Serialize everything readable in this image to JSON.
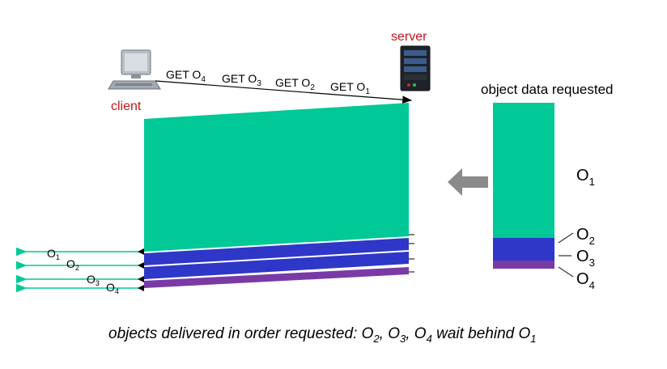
{
  "labels": {
    "server": "server",
    "client": "client",
    "object_data_requested": "object data requested"
  },
  "requests": [
    {
      "text": "GET O",
      "sub": "4"
    },
    {
      "text": "GET O",
      "sub": "3"
    },
    {
      "text": "GET O",
      "sub": "2"
    },
    {
      "text": "GET O",
      "sub": "1"
    }
  ],
  "objects": [
    {
      "base": "O",
      "sub": "1",
      "color": "#00c896"
    },
    {
      "base": "O",
      "sub": "2",
      "color": "#2e37c7"
    },
    {
      "base": "O",
      "sub": "3",
      "color": "#2e37c7"
    },
    {
      "base": "O",
      "sub": "4",
      "color": "#7a3aa6"
    }
  ],
  "delivered": [
    {
      "base": "O",
      "sub": "1"
    },
    {
      "base": "O",
      "sub": "2"
    },
    {
      "base": "O",
      "sub": "3"
    },
    {
      "base": "O",
      "sub": "4"
    }
  ],
  "caption": {
    "prefix": "objects delivered in order requested: O",
    "s1": "2",
    "mid1": ", O",
    "s2": "3",
    "mid2": ", O",
    "s3": "4",
    "mid3": " wait behind O",
    "s4": "1"
  },
  "colors": {
    "server_label": "#c0161c",
    "client_label": "#c0161c",
    "green": "#00c896",
    "blue": "#2e37c7",
    "purple": "#7a3aa6",
    "arrow_gray": "#8a8a8a",
    "delivery_arrow": "#00c896"
  },
  "icons": [
    "client-computer-icon",
    "server-rack-icon",
    "left-arrow-icon"
  ]
}
